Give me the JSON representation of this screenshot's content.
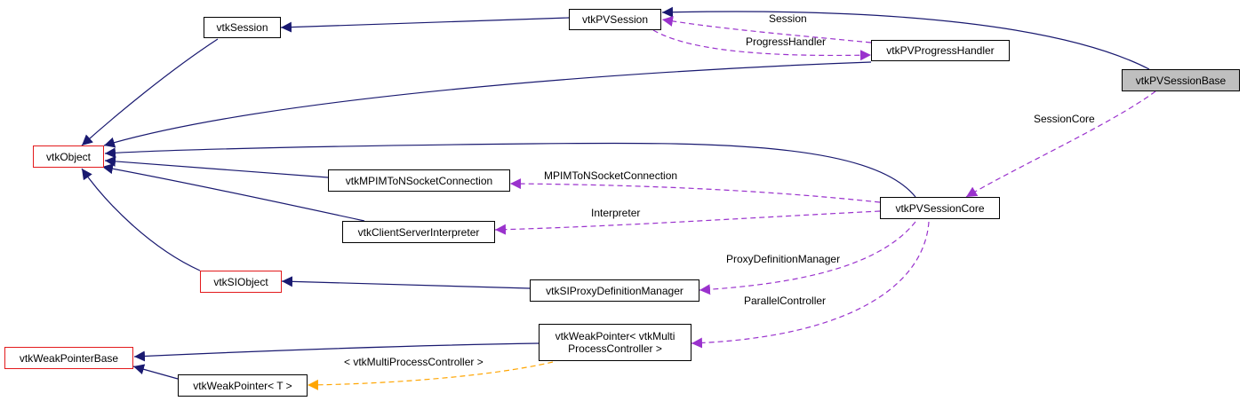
{
  "nodes": {
    "vtkSession": "vtkSession",
    "vtkPVSession": "vtkPVSession",
    "vtkPVProgressHandler": "vtkPVProgressHandler",
    "vtkPVSessionBase": "vtkPVSessionBase",
    "vtkObject": "vtkObject",
    "vtkMPIMToNSocketConnection": "vtkMPIMToNSocketConnection",
    "vtkClientServerInterpreter": "vtkClientServerInterpreter",
    "vtkPVSessionCore": "vtkPVSessionCore",
    "vtkSIObject": "vtkSIObject",
    "vtkSIProxyDefinitionManager": "vtkSIProxyDefinitionManager",
    "vtkWeakPointerBase": "vtkWeakPointerBase",
    "vtkWeakPointerMulti_line1": "vtkWeakPointer< vtkMulti",
    "vtkWeakPointerMulti_line2": "ProcessController >",
    "vtkWeakPointerT": "vtkWeakPointer< T >"
  },
  "edge_labels": {
    "session": "Session",
    "progress_handler": "ProgressHandler",
    "session_core": "SessionCore",
    "mpim_to_n": "MPIMToNSocketConnection",
    "interpreter": "Interpreter",
    "proxy_definition_manager": "ProxyDefinitionManager",
    "parallel_controller": "ParallelController",
    "template_arg": "< vtkMultiProcessController >"
  },
  "colors": {
    "inheritance": "#191970",
    "usage": "#9a32cd",
    "template": "#ffa500",
    "node_border": "#000000",
    "incomplete_node_border": "#e31a1c",
    "selected_fill": "#bfbfbf"
  }
}
